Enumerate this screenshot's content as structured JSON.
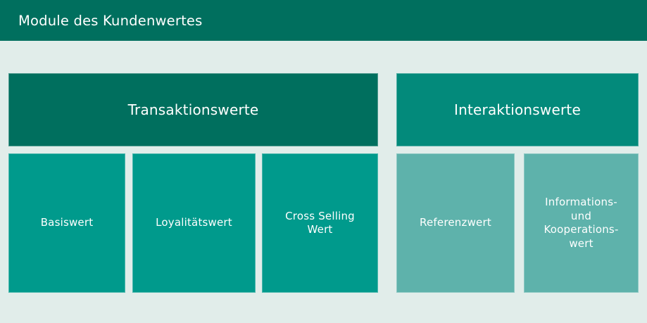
{
  "header": {
    "title": "Module des Kundenwertes",
    "background_color": "#006f5e",
    "text_color": "#ffffff"
  },
  "page": {
    "background_color": "#e1edea"
  },
  "diagram": {
    "groups": [
      {
        "id": "transaktionswerte",
        "label": "Transaktionswerte",
        "color": "#006f5e",
        "children": [
          {
            "id": "basiswert",
            "label": "Basiswert",
            "color": "#009a8c"
          },
          {
            "id": "loyalitaetswert",
            "label": "Loyalitätswert",
            "color": "#009a8c"
          },
          {
            "id": "cross-selling",
            "label": "Cross Selling\nWert",
            "color": "#009a8c"
          }
        ]
      },
      {
        "id": "interaktionswerte",
        "label": "Interaktionswerte",
        "color": "#038a7b",
        "children": [
          {
            "id": "referenzwert",
            "label": "Referenzwert",
            "color": "#5eb2ab"
          },
          {
            "id": "informations",
            "label": "Informations-\nund\nKooperations-\nwert",
            "color": "#5eb2ab"
          }
        ]
      }
    ]
  }
}
